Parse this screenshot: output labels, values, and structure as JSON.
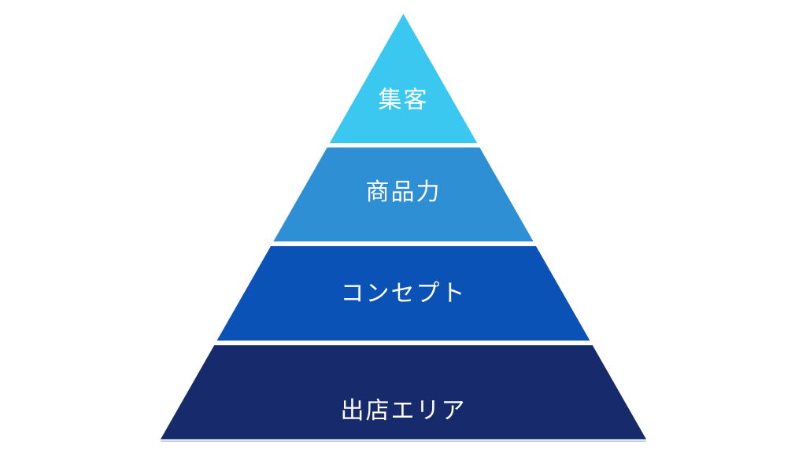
{
  "diagram": {
    "type": "pyramid",
    "background_color": "#ffffff",
    "text_color": "#ffffff",
    "baseline_color": "#c7d0e6",
    "levels": [
      {
        "rank": 1,
        "label": "集客",
        "color": "#3bc8f0"
      },
      {
        "rank": 2,
        "label": "商品力",
        "color": "#2e8fd5"
      },
      {
        "rank": 3,
        "label": "コンセプト",
        "color": "#0a52b5"
      },
      {
        "rank": 4,
        "label": "出店エリア",
        "color": "#172a6b"
      }
    ]
  }
}
